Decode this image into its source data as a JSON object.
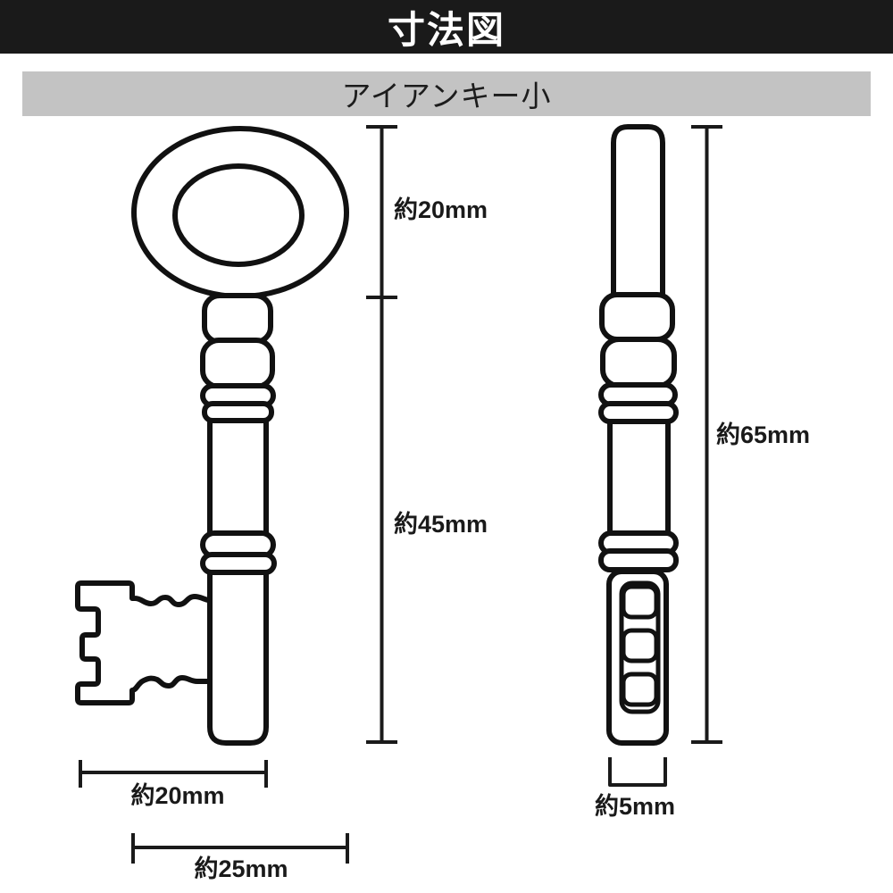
{
  "header": {
    "title": "寸法図"
  },
  "product": {
    "name": "アイアンキー小"
  },
  "dimensions": {
    "bow_height": {
      "label": "約20mm",
      "value_mm": 20,
      "applies_to": "front-view bow (top ring) height"
    },
    "shaft_height": {
      "label": "約45mm",
      "value_mm": 45,
      "applies_to": "front-view shaft + bit height"
    },
    "total_height": {
      "label": "約65mm",
      "value_mm": 65,
      "applies_to": "side-view total height"
    },
    "bit_width": {
      "label": "約20mm",
      "value_mm": 20,
      "applies_to": "front-view bit width"
    },
    "bow_width": {
      "label": "約25mm",
      "value_mm": 25,
      "applies_to": "front-view bow width"
    },
    "thickness": {
      "label": "約5mm",
      "value_mm": 5,
      "applies_to": "side-view thickness"
    }
  },
  "colors": {
    "header_bg": "#1a1a1a",
    "header_text": "#ffffff",
    "subheader_bg": "#c3c3c3",
    "line": "#111111",
    "background": "#ffffff"
  }
}
